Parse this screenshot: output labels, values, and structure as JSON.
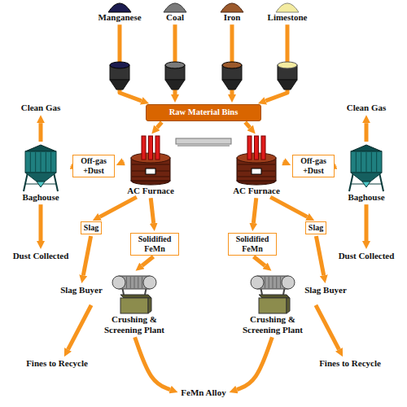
{
  "diagram": {
    "nodes": [
      {
        "text": [
          "Manganese"
        ]
      },
      {
        "text": [
          "Coal"
        ]
      },
      {
        "text": [
          "Iron"
        ]
      },
      {
        "text": [
          "Limestone"
        ]
      },
      {
        "text": [
          "Raw Material Bins"
        ]
      },
      {
        "text": [
          "Clean Gas"
        ]
      },
      {
        "text": [
          "Clean Gas"
        ]
      },
      {
        "text": [
          "Baghouse"
        ]
      },
      {
        "text": [
          "Off-gas +Dust"
        ]
      },
      {
        "text": [
          "AC Furnace"
        ]
      },
      {
        "text": [
          "AC Furnace"
        ]
      },
      {
        "text": [
          "Off-gas +Dust"
        ]
      },
      {
        "text": [
          "Baghouse"
        ]
      },
      {
        "text": [
          "Dust Collected"
        ]
      },
      {
        "text": [
          "Slag"
        ]
      },
      {
        "text": [
          "Solidified FeMn"
        ]
      },
      {
        "text": [
          "Solidified FeMn"
        ]
      },
      {
        "text": [
          "Slag"
        ]
      },
      {
        "text": [
          "Dust Collected"
        ]
      },
      {
        "text": [
          "Slag Buyer"
        ]
      },
      {
        "text": [
          "Crushing & Screening Plant"
        ]
      },
      {
        "text": [
          "Crushing & Screening Plant"
        ]
      },
      {
        "text": [
          "Slag Buyer"
        ]
      },
      {
        "text": [
          "Fines to Recycle"
        ]
      },
      {
        "text": [
          "Fines to Recycle"
        ]
      },
      {
        "text": [
          "FeMn Alloy"
        ]
      }
    ],
    "edges": [
      {
        "from": 0,
        "to": 4,
        "arrow": "to"
      },
      {
        "from": 1,
        "to": 4,
        "arrow": "to"
      },
      {
        "from": 2,
        "to": 4,
        "arrow": "to"
      },
      {
        "from": 3,
        "to": 4,
        "arrow": "to"
      },
      {
        "from": 4,
        "to": 9,
        "arrow": "to"
      },
      {
        "from": 4,
        "to": 10,
        "arrow": "to"
      },
      {
        "from": 9,
        "to": 8,
        "arrow": "to"
      },
      {
        "from": 8,
        "to": 7,
        "arrow": "to"
      },
      {
        "from": 7,
        "to": 5,
        "arrow": "to"
      },
      {
        "from": 7,
        "to": 13,
        "arrow": "to"
      },
      {
        "from": 9,
        "to": 14,
        "arrow": "to"
      },
      {
        "from": 14,
        "to": 19,
        "arrow": "to"
      },
      {
        "from": 9,
        "to": 15,
        "arrow": "to"
      },
      {
        "from": 15,
        "to": 20,
        "arrow": "to"
      },
      {
        "from": 20,
        "to": 23,
        "arrow": "to"
      },
      {
        "from": 20,
        "to": 25,
        "arrow": "to"
      },
      {
        "from": 10,
        "to": 11,
        "arrow": "to"
      },
      {
        "from": 11,
        "to": 12,
        "arrow": "to"
      },
      {
        "from": 12,
        "to": 6,
        "arrow": "to"
      },
      {
        "from": 12,
        "to": 18,
        "arrow": "to"
      },
      {
        "from": 10,
        "to": 17,
        "arrow": "to"
      },
      {
        "from": 17,
        "to": 22,
        "arrow": "to"
      },
      {
        "from": 10,
        "to": 16,
        "arrow": "to"
      },
      {
        "from": 16,
        "to": 21,
        "arrow": "to"
      },
      {
        "from": 21,
        "to": 24,
        "arrow": "to"
      },
      {
        "from": 21,
        "to": 25,
        "arrow": "to"
      }
    ]
  }
}
